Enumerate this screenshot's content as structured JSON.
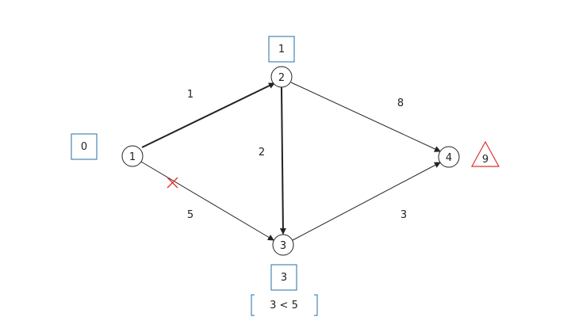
{
  "nodes": [
    {
      "id": "1",
      "label": "1",
      "distance": "0"
    },
    {
      "id": "2",
      "label": "2",
      "distance": "1"
    },
    {
      "id": "3",
      "label": "3",
      "distance": "3"
    },
    {
      "id": "4",
      "label": "4",
      "distance": "9"
    }
  ],
  "edges": [
    {
      "from": "1",
      "to": "2",
      "weight": "1",
      "bold": true
    },
    {
      "from": "1",
      "to": "3",
      "weight": "5",
      "bold": false,
      "crossed": true
    },
    {
      "from": "2",
      "to": "3",
      "weight": "2",
      "bold": true
    },
    {
      "from": "2",
      "to": "4",
      "weight": "8",
      "bold": false
    },
    {
      "from": "3",
      "to": "4",
      "weight": "3",
      "bold": false
    }
  ],
  "comparison": "3 < 5",
  "colors": {
    "box_border": "#1f6fa5",
    "highlight": "#e0302a",
    "stroke": "#222222"
  }
}
